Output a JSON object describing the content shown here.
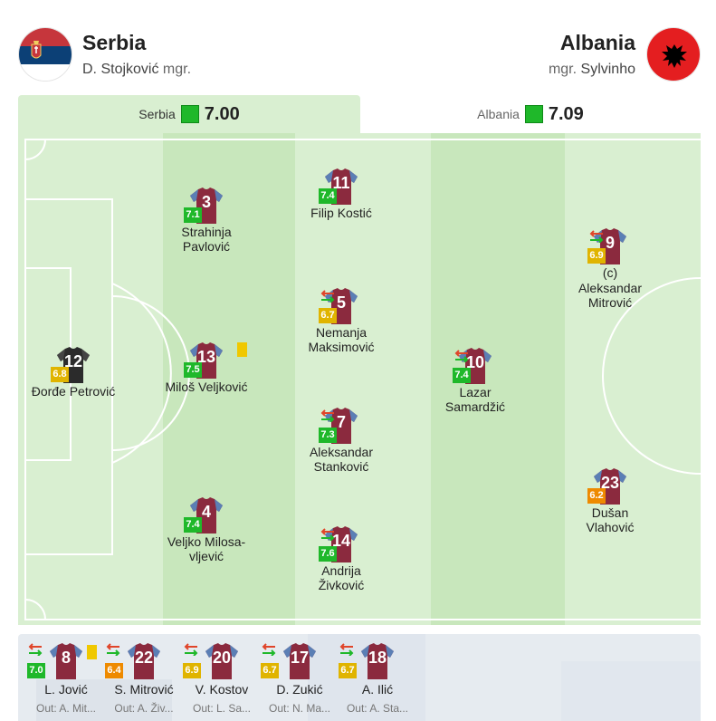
{
  "home": {
    "name": "Serbia",
    "mgr_prefix": "",
    "manager": "D. Stojković",
    "mgr_suffix": "mgr.",
    "tab_label": "Serbia",
    "rating": "7.00",
    "flag_colors": [
      "#c6363c",
      "#0c4076",
      "#ffffff"
    ]
  },
  "away": {
    "name": "Albania",
    "mgr_prefix": "mgr.",
    "manager": "Sylvinho",
    "tab_label": "Albania",
    "rating": "7.09",
    "flag_colors": [
      "#e41e20",
      "#000000"
    ]
  },
  "colors": {
    "shirt": "#8b2a3e",
    "shirt_sleeve": "#5b7fb5",
    "gk_shirt": "#2b2b2b",
    "pitch_light": "#d9efd1",
    "pitch_dark": "#c8e7bc",
    "rating_green": "#1fb82a",
    "rating_yellow": "#e0b400",
    "rating_orange": "#ee8a00"
  },
  "players": [
    {
      "id": "p12",
      "number": "12",
      "name": "Đorđe Petrović",
      "rating": "6.8",
      "rating_level": "yellow",
      "gk": true
    },
    {
      "id": "p3",
      "number": "3",
      "name": "Strahinja Pavlović",
      "rating": "7.1",
      "rating_level": "green"
    },
    {
      "id": "p13",
      "number": "13",
      "name": "Miloš Veljković",
      "rating": "7.5",
      "rating_level": "green",
      "yellow_card": true
    },
    {
      "id": "p4",
      "number": "4",
      "name": "Veljko Milosa-vljević",
      "rating": "7.4",
      "rating_level": "green"
    },
    {
      "id": "p11",
      "number": "11",
      "name": "Filip Kostić",
      "rating": "7.4",
      "rating_level": "green"
    },
    {
      "id": "p5",
      "number": "5",
      "name": "Nemanja Maksimović",
      "rating": "6.7",
      "rating_level": "yellow",
      "subbed": true
    },
    {
      "id": "p7",
      "number": "7",
      "name": "Aleksandar Stanković",
      "rating": "7.3",
      "rating_level": "green",
      "subbed": true
    },
    {
      "id": "p14",
      "number": "14",
      "name": "Andrija Živković",
      "rating": "7.6",
      "rating_level": "green",
      "subbed": true
    },
    {
      "id": "p10",
      "number": "10",
      "name": "Lazar Samardžić",
      "rating": "7.4",
      "rating_level": "green",
      "subbed": true
    },
    {
      "id": "p9",
      "number": "9",
      "name": "Aleksandar Mitrović",
      "captain": "(c)",
      "rating": "6.9",
      "rating_level": "yellow",
      "subbed": true
    },
    {
      "id": "p23",
      "number": "23",
      "name": "Dušan Vlahović",
      "rating": "6.2",
      "rating_level": "orange"
    }
  ],
  "substitutes": [
    {
      "number": "8",
      "name": "L. Jović",
      "rating": "7.0",
      "rating_level": "green",
      "out": "Out: A. Mit...",
      "yellow_card": true
    },
    {
      "number": "22",
      "name": "S. Mitrović",
      "rating": "6.4",
      "rating_level": "orange",
      "out": "Out: A. Živ..."
    },
    {
      "number": "20",
      "name": "V. Kostov",
      "rating": "6.9",
      "rating_level": "yellow",
      "out": "Out: L. Sa..."
    },
    {
      "number": "17",
      "name": "D. Zukić",
      "rating": "6.7",
      "rating_level": "yellow",
      "out": "Out: N. Ma..."
    },
    {
      "number": "18",
      "name": "A. Ilić",
      "rating": "6.7",
      "rating_level": "yellow",
      "out": "Out: A. Sta..."
    }
  ]
}
